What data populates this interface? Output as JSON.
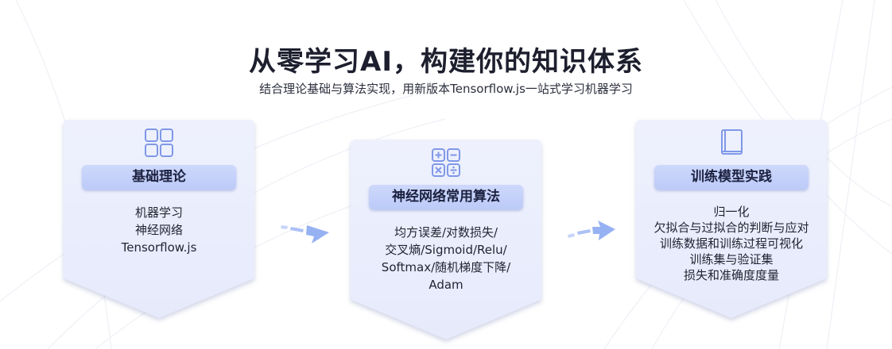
{
  "title": "从零学习AI，构建你的知识体系",
  "subtitle": "结合理论基础与算法实现，用新版本Tensorflow.js一站式学习机器学习",
  "colors": {
    "card_bg": "#eef1fd",
    "pill_bg": "#c6d3fa",
    "icon": "#7f98e8",
    "arrow": "#97b2f2"
  },
  "cards": [
    {
      "icon": "grid-icon",
      "heading": "基础理论",
      "lines": [
        "机器学习",
        "神经网络",
        "Tensorflow.js"
      ]
    },
    {
      "icon": "calculator-icon",
      "heading": "神经网络常用算法",
      "lines": [
        "均方误差/对数损失/",
        "交叉熵/Sigmoid/Relu/",
        "Softmax/随机梯度下降/",
        "Adam"
      ]
    },
    {
      "icon": "book-icon",
      "heading": "训练模型实践",
      "lines": [
        "归一化",
        "欠拟合与过拟合的判断与应对",
        "训练数据和训练过程可视化",
        "训练集与验证集",
        "损失和准确度度量"
      ]
    }
  ]
}
